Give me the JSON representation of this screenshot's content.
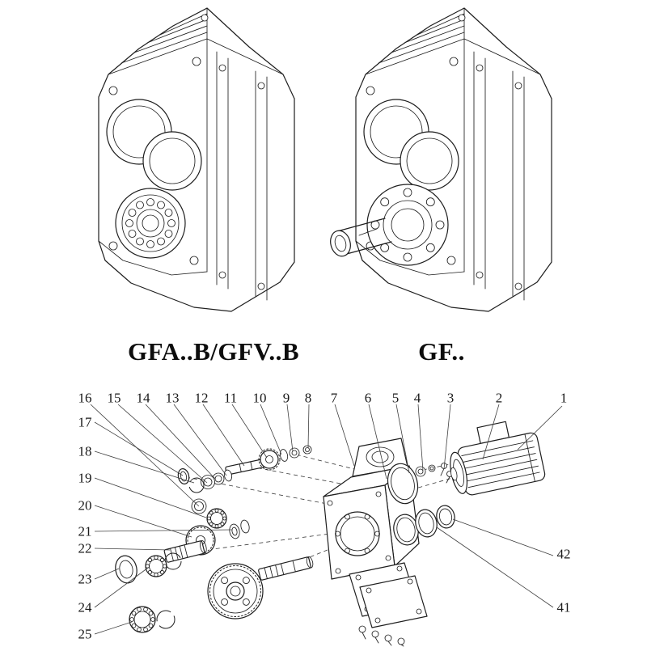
{
  "models": {
    "left_label": "GFA..B/GFV..B",
    "right_label": "GF.."
  },
  "exploded": {
    "callouts_top": [
      "16",
      "15",
      "14",
      "13",
      "12",
      "11",
      "10",
      "9",
      "8",
      "7",
      "6",
      "5",
      "4",
      "3",
      "2",
      "1"
    ],
    "callouts_left": [
      "17",
      "18",
      "19",
      "20",
      "21",
      "22",
      "23",
      "24",
      "25"
    ],
    "callouts_right": [
      "42",
      "41"
    ]
  },
  "colors": {
    "background": "#ffffff",
    "line": "#1e1e1e",
    "leader": "#3f3f3f",
    "text": "#1a1a1a"
  }
}
